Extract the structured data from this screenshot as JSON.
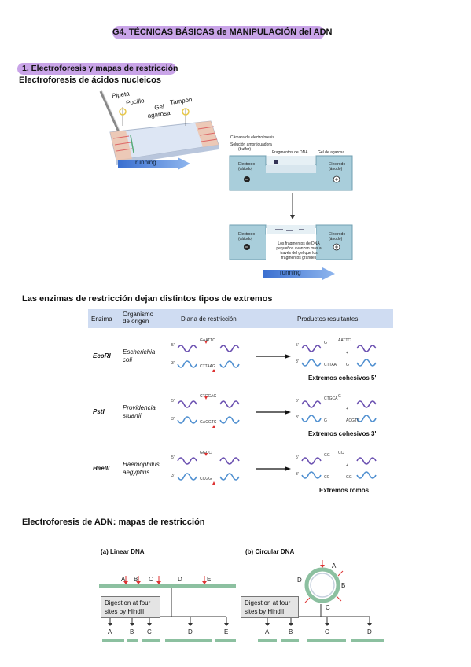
{
  "title": "G4. TÉCNICAS BÁSICAS de MANIPULACIÓN del ADN",
  "section1": "1.   Electroforesis y mapas de restricción",
  "subtitle1": "Electroforesis de ácidos nucleicos",
  "gel_figure": {
    "labels": [
      "Pipeta",
      "Pocillo",
      "Gel agarosa",
      "Tampón"
    ],
    "gel_line1": "Gel",
    "gel_line2": "agarosa",
    "running": "running"
  },
  "chamber_top": {
    "title": "Cámara de electroforesis",
    "buffer_line1": "Solución amortiguadora",
    "buffer_line2": "(buffer)",
    "fragments": "Fragmentos de DNA",
    "gel": "Gel de agarosa",
    "cathode_line1": "Electrodo",
    "cathode_line2": "(cátodo)",
    "anode_line1": "Electrodo",
    "anode_line2": "(ánodo)"
  },
  "chamber_bottom": {
    "cathode_line1": "Electrodo",
    "cathode_line2": "(cátodo)",
    "anode_line1": "Electrodo",
    "anode_line2": "(ánodo)",
    "note_line1": "Los fragmentos de DNA",
    "note_line2": "pequeños avanzan más a",
    "note_line3": "través del gel que los",
    "note_line4": "fragmentos grandes",
    "running": "running"
  },
  "subtitle2": "Las enzimas de restricción dejan distintos tipos de extremos",
  "table": {
    "headers": {
      "enzyme": "Enzima",
      "organism_line1": "Organismo",
      "organism_line2": "de origen",
      "target": "Diana de restricción",
      "products": "Productos resultantes"
    },
    "rows": [
      {
        "enzyme": "EcoRI",
        "organism_line1": "Escherichia",
        "organism_line2": "coli",
        "top_seq": "GAATTC",
        "bottom_seq": "CTTAAG",
        "prod_top_left": "G",
        "prod_top_right": "AATTC",
        "prod_bot_left": "CTTAA",
        "prod_bot_right": "G",
        "ends": "Extremos cohesivos 5'"
      },
      {
        "enzyme": "PstI",
        "organism_line1": "Providencia",
        "organism_line2": "stuartii",
        "top_seq": "CTGCAG",
        "bottom_seq": "GACGTC",
        "prod_top_left": "CTGCA",
        "prod_top_right": "G",
        "prod_bot_left": "G",
        "prod_bot_right": "ACGTC",
        "ends": "Extremos cohesivos 3'"
      },
      {
        "enzyme": "HaeIII",
        "organism_line1": "Haemophilus",
        "organism_line2": "aegyptius",
        "top_seq": "GGCC",
        "bottom_seq": "CCGG",
        "prod_top_left": "GG",
        "prod_top_right": "CC",
        "prod_bot_left": "CC",
        "prod_bot_right": "GG",
        "ends": "Extremos romos"
      }
    ],
    "strand5": "5'",
    "strand3": "3'",
    "plus": "+"
  },
  "subtitle3": "Electroforesis de ADN: mapas de restricción",
  "linear": {
    "label": "(a)  Linear DNA",
    "sites": [
      "A",
      "B",
      "C",
      "D",
      "E"
    ],
    "digest_line1": "Digestion at four",
    "digest_line2": "sites by HindIII",
    "fragments": [
      "A",
      "B",
      "C",
      "D",
      "E"
    ]
  },
  "circular": {
    "label": "(b)  Circular DNA",
    "sites": [
      "A",
      "B",
      "C",
      "D"
    ],
    "digest_line1": "Digestion at four",
    "digest_line2": "sites by HindIII",
    "fragments": [
      "A",
      "B",
      "C",
      "D"
    ]
  }
}
